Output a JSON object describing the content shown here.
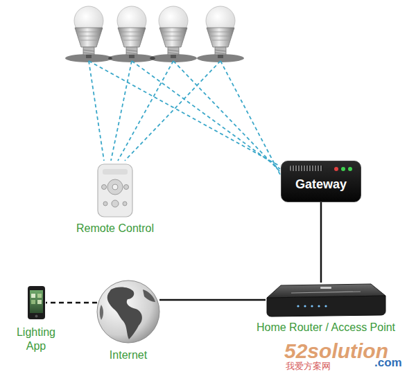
{
  "diagram": {
    "nodes": [
      {
        "text": [
          "Gateway"
        ]
      },
      {
        "text": [
          "Remote Control"
        ]
      },
      {
        "text": [
          "Lighting App"
        ]
      },
      {
        "text": [
          "Internet"
        ]
      },
      {
        "text": [
          "Home Router / Access Point"
        ]
      }
    ],
    "edges": [
      {
        "from": 0,
        "to": 4,
        "arrow": "none"
      },
      {
        "from": 4,
        "to": 3,
        "arrow": "none"
      },
      {
        "from": 3,
        "to": 2,
        "arrow": "none"
      }
    ],
    "labels": [
      "52solution",
      ".com",
      "我爱方案网"
    ]
  }
}
